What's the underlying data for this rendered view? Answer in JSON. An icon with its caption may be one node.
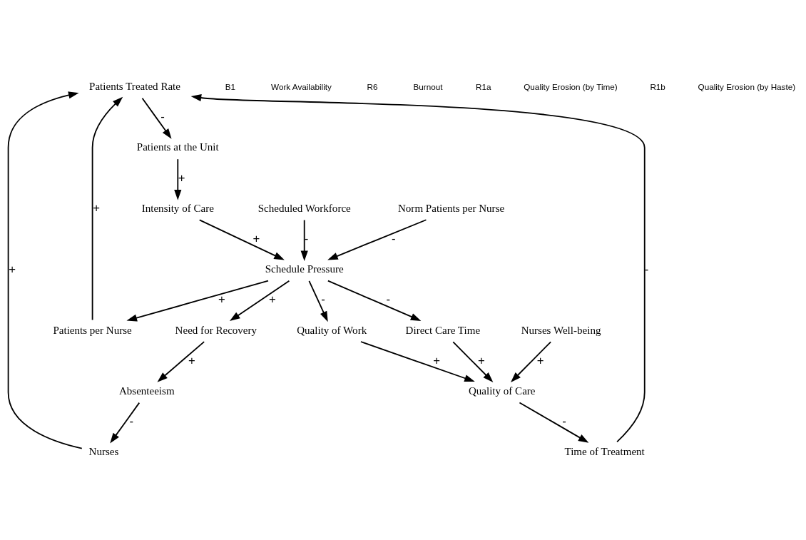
{
  "diagram": {
    "nodes": [
      {
        "text": [
          "Patients Treated Rate"
        ]
      },
      {
        "text": [
          "Time of Treatment"
        ]
      },
      {
        "text": [
          "Nurses Well-being"
        ]
      },
      {
        "text": [
          "Patients at the Unit"
        ]
      },
      {
        "text": [
          "Nurses"
        ]
      },
      {
        "text": [
          "Quality of Care"
        ]
      },
      {
        "text": [
          "Absenteeism"
        ]
      },
      {
        "text": [
          "Intensity of Care"
        ]
      },
      {
        "text": [
          "Patients per Nurse"
        ]
      },
      {
        "text": [
          "Need for Recovery"
        ]
      },
      {
        "text": [
          "Schedule Pressure"
        ]
      },
      {
        "text": [
          "Direct Care Time"
        ]
      },
      {
        "text": [
          "Scheduled Workforce"
        ]
      },
      {
        "text": [
          "Quality of Work"
        ]
      },
      {
        "text": [
          "Norm Patients per Nurse"
        ]
      }
    ],
    "edges": [
      {
        "from": 1,
        "to": 0,
        "arrow": "to",
        "label": "-"
      },
      {
        "from": 0,
        "to": 3,
        "arrow": "to",
        "label": "-"
      },
      {
        "from": 4,
        "to": 0,
        "arrow": "to",
        "label": "+"
      },
      {
        "from": 8,
        "to": 0,
        "arrow": "to",
        "label": "+"
      },
      {
        "from": 3,
        "to": 7,
        "arrow": "to",
        "label": "+"
      },
      {
        "from": 7,
        "to": 10,
        "arrow": "to",
        "label": "+"
      },
      {
        "from": 12,
        "to": 10,
        "arrow": "to",
        "label": "-"
      },
      {
        "from": 14,
        "to": 10,
        "arrow": "to",
        "label": "-"
      },
      {
        "from": 10,
        "to": 8,
        "arrow": "to",
        "label": "+"
      },
      {
        "from": 10,
        "to": 9,
        "arrow": "to",
        "label": "+"
      },
      {
        "from": 10,
        "to": 11,
        "arrow": "to",
        "label": "-"
      },
      {
        "from": 10,
        "to": 13,
        "arrow": "to",
        "label": "-"
      },
      {
        "from": 9,
        "to": 6,
        "arrow": "to",
        "label": "+"
      },
      {
        "from": 6,
        "to": 4,
        "arrow": "to",
        "label": "-"
      },
      {
        "from": 5,
        "to": 1,
        "arrow": "to",
        "label": "-"
      },
      {
        "from": 2,
        "to": 5,
        "arrow": "to",
        "label": "+"
      },
      {
        "from": 11,
        "to": 5,
        "arrow": "to",
        "label": "+"
      },
      {
        "from": 13,
        "to": 5,
        "arrow": "to",
        "label": "+"
      }
    ],
    "labels": [
      "B1",
      "Work Availability",
      "R6",
      "Burnout",
      "R1a",
      "Quality Erosion (by Time)",
      "R1b",
      "Quality Erosion (by Haste)"
    ]
  }
}
